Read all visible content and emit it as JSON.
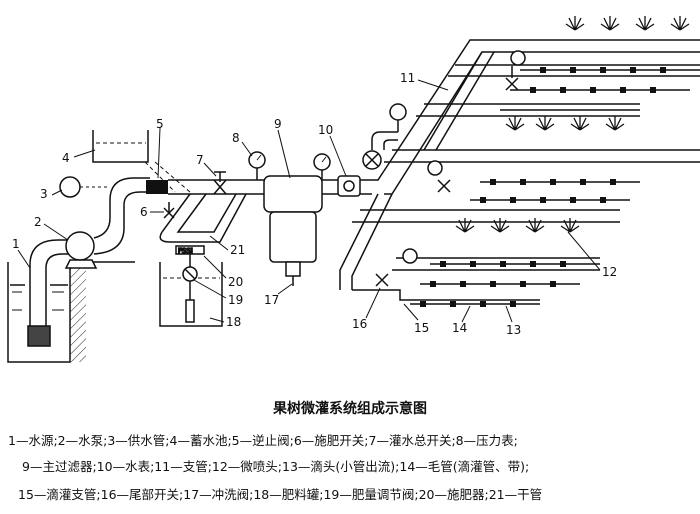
{
  "title": "果树微灌系统组成示意图",
  "numbers": [
    "1",
    "2",
    "3",
    "4",
    "5",
    "6",
    "7",
    "8",
    "9",
    "10",
    "11",
    "12",
    "13",
    "14",
    "15",
    "16",
    "17",
    "18",
    "19",
    "20",
    "21"
  ],
  "legend": {
    "line1": "1—水源;2—水泵;3—供水管;4—蓄水池;5—逆止阀;6—施肥开关;7—灌水总开关;8—压力表;",
    "line2": "9—主过滤器;10—水表;11—支管;12—微喷头;13—滴头(小管出流);14—毛管(滴灌管、带);",
    "line3": "15—滴灌支管;16—尾部开关;17—冲洗阀;18—肥料罐;19—肥量调节阀;20—施肥器;21—干管"
  }
}
